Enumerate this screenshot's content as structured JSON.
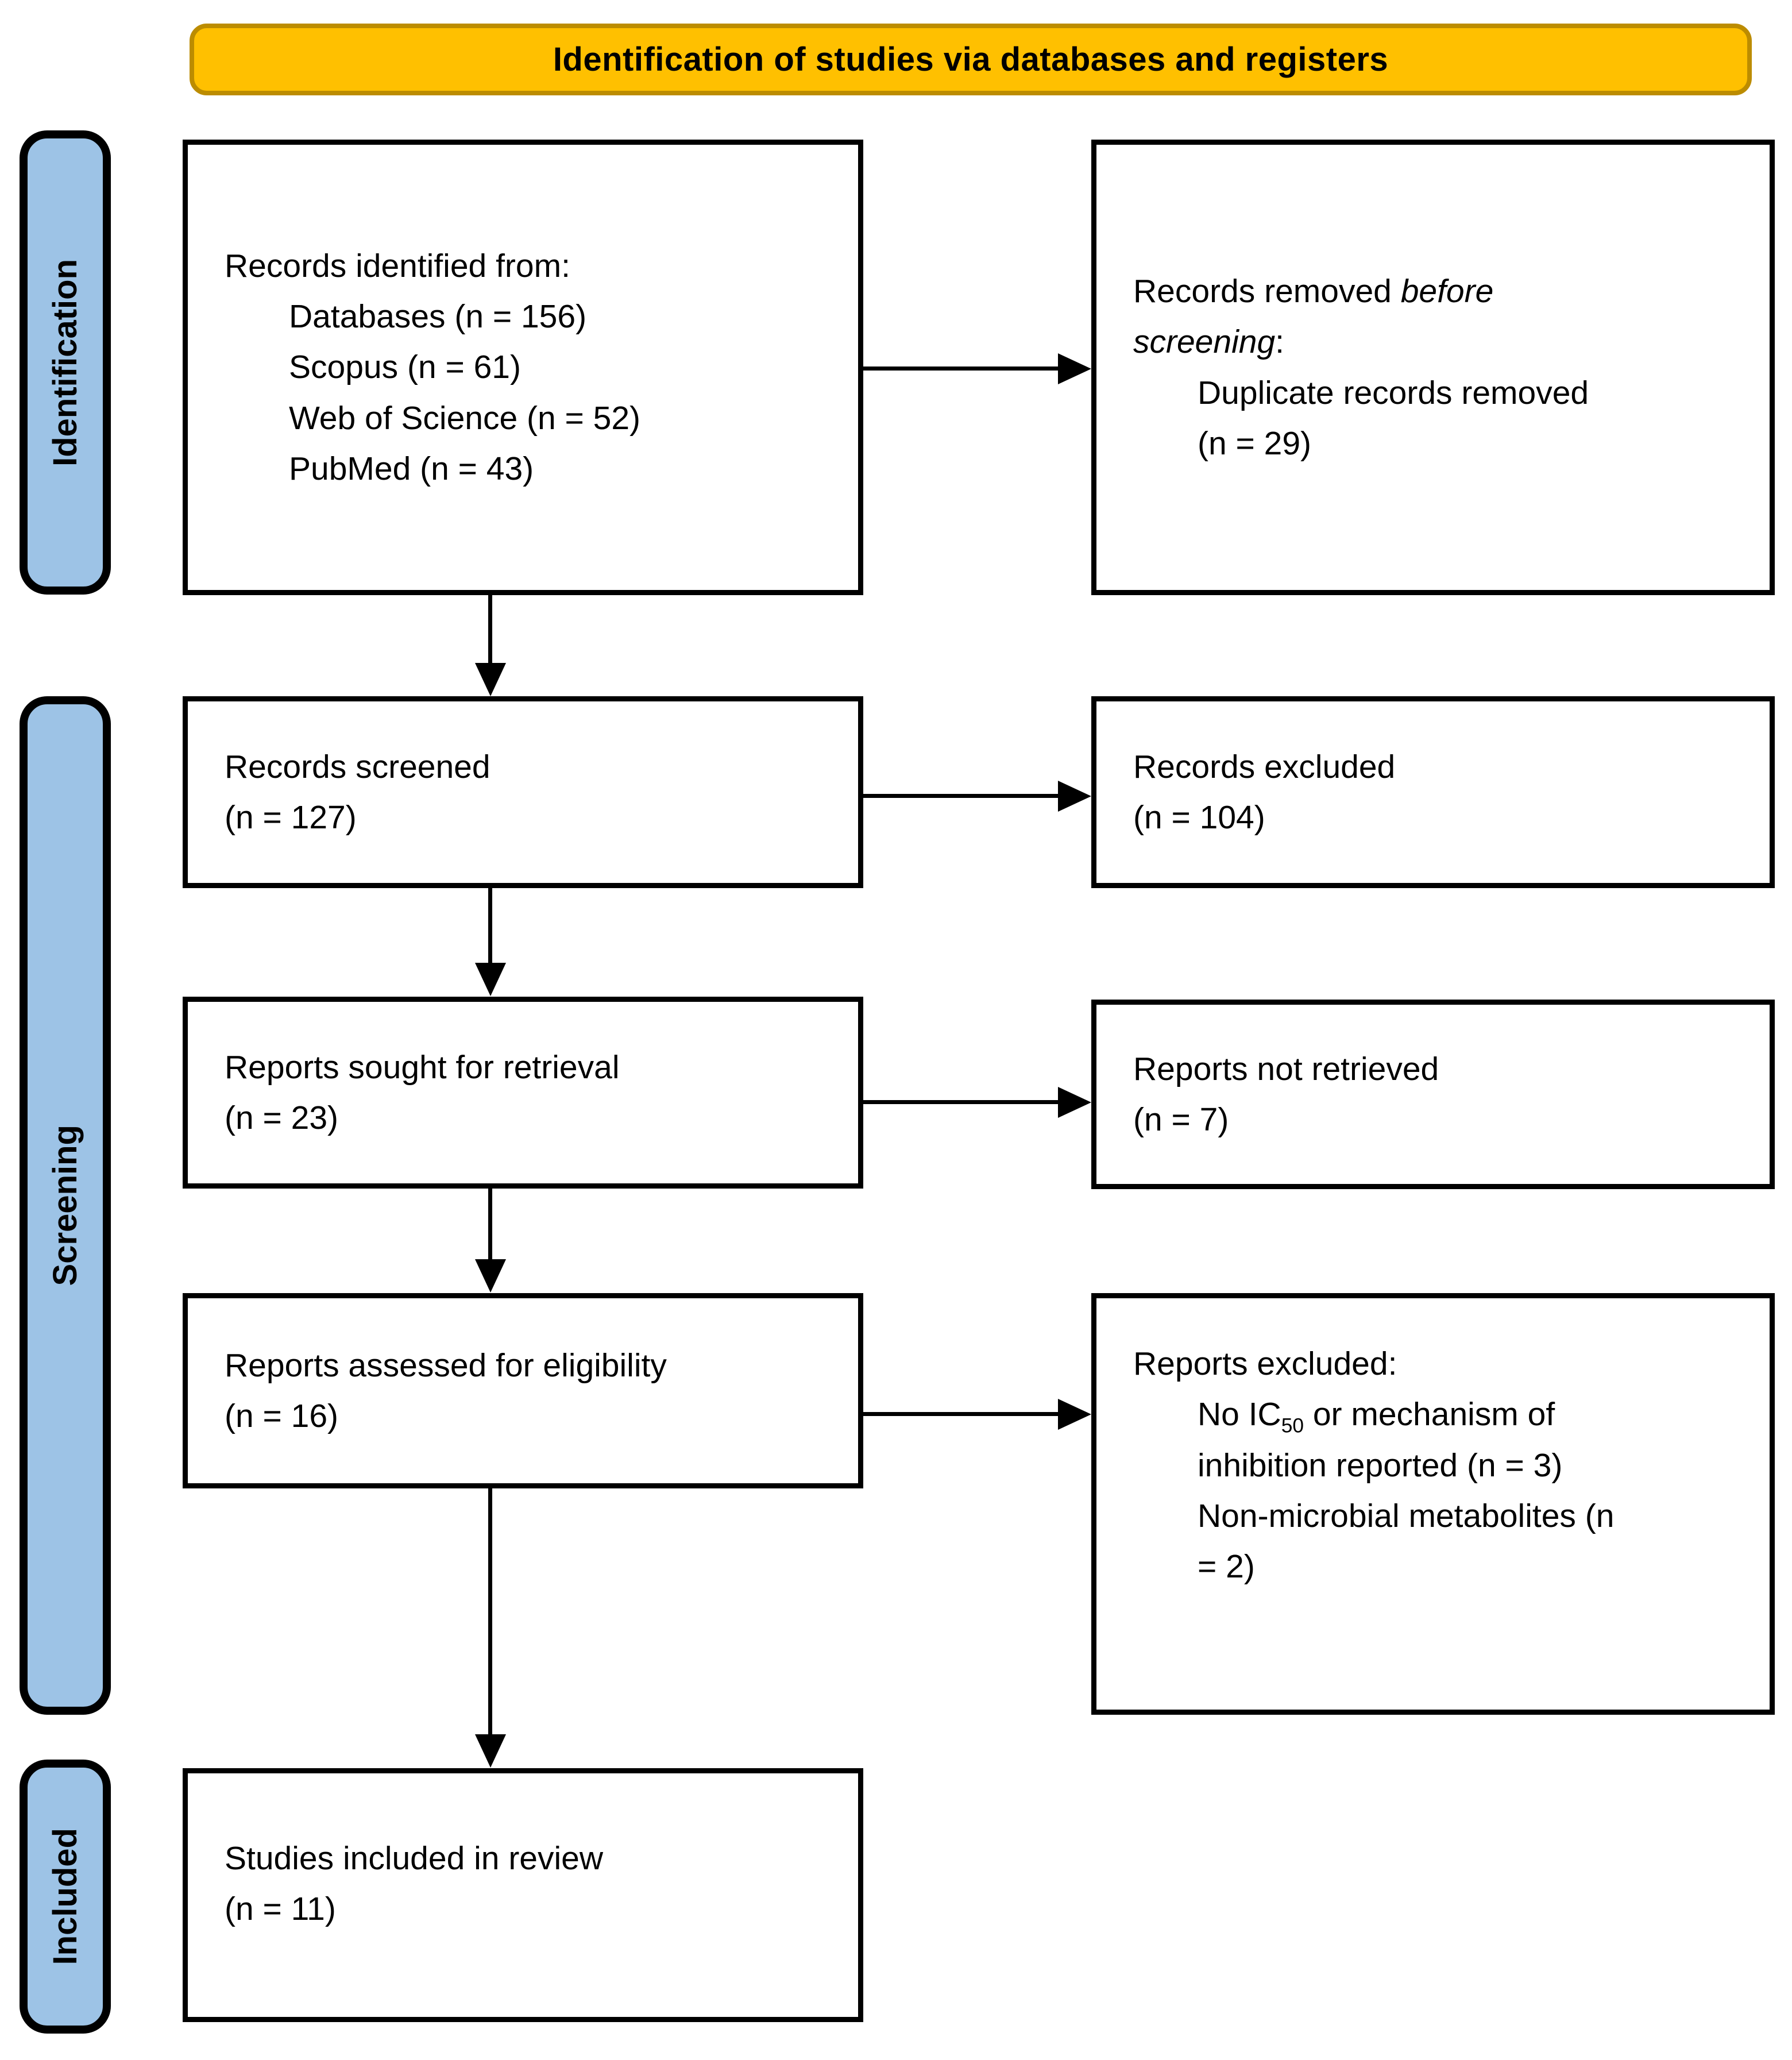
{
  "banner": {
    "title": "Identification of studies via databases and registers"
  },
  "sidebar": {
    "identification": "Identification",
    "screening": "Screening",
    "included": "Included"
  },
  "flow": {
    "records_identified": {
      "intro": "Records identified from:",
      "items": [
        "Databases (n = 156)",
        "Scopus (n = 61)",
        "Web of Science (n = 52)",
        "PubMed (n = 43)"
      ]
    },
    "records_removed": {
      "line1_regular": "Records removed ",
      "line1_italic": "before",
      "line2_italic": "screening",
      "line2_colon": ":",
      "item_line1": "Duplicate records removed",
      "item_line2": "(n = 29)"
    },
    "records_screened": {
      "line1": "Records screened",
      "line2": "(n = 127)"
    },
    "records_excluded": {
      "line1": "Records excluded",
      "line2": "(n = 104)"
    },
    "reports_sought": {
      "line1": "Reports sought for retrieval",
      "line2": "(n = 23)"
    },
    "reports_not_retrieved": {
      "line1": "Reports not retrieved",
      "line2": "(n = 7)"
    },
    "reports_assessed": {
      "line1": "Reports assessed for eligibility",
      "line2": "(n = 16)"
    },
    "reports_excluded": {
      "title": "Reports excluded:",
      "item1_line1_pre": "No IC",
      "item1_subscript": "50",
      "item1_line1_rest": " or mechanism of",
      "item1_line2": "inhibition reported (n = 3)",
      "item2_line1": "Non-microbial metabolites (n",
      "item2_line2": "= 2)"
    },
    "studies_included": {
      "line1": "Studies included in review",
      "line2": "(n = 11)"
    }
  },
  "colors": {
    "banner_fill": "#FFC000",
    "banner_border": "#BC8C00",
    "sidebar_fill": "#9DC3E6",
    "box_background": "#FFFFFF",
    "line_color": "#000000"
  }
}
